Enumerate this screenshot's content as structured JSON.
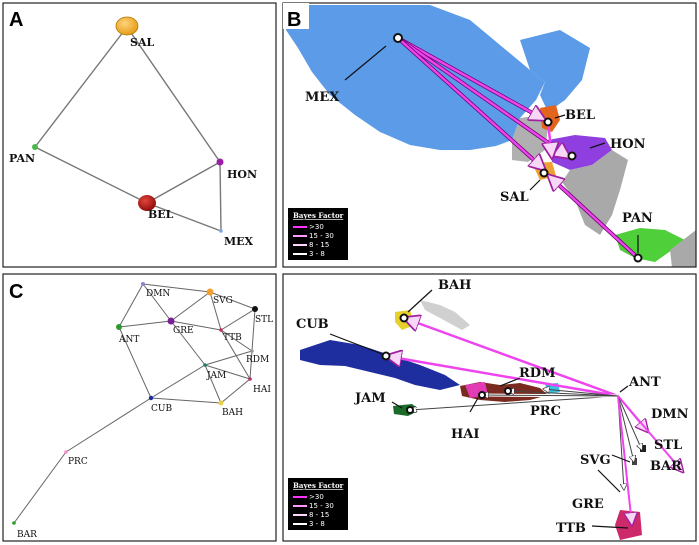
{
  "panels": {
    "A": {
      "letter": "A"
    },
    "B": {
      "letter": "B"
    },
    "C": {
      "letter": "C"
    },
    "D": {
      "letter": ""
    }
  },
  "panelA": {
    "nodes": {
      "SAL": "SAL",
      "PAN": "PAN",
      "HON": "HON",
      "BEL": "BEL",
      "MEX": "MEX"
    }
  },
  "panelB": {
    "labels": {
      "MEX": "MEX",
      "BEL": "BEL",
      "HON": "HON",
      "SAL": "SAL",
      "PAN": "PAN"
    }
  },
  "panelC": {
    "nodes": {
      "DMN": "DMN",
      "SVG": "SVG",
      "STL": "STL",
      "ANT": "ANT",
      "GRE": "GRE",
      "TTB": "TTB",
      "RDM": "RDM",
      "JAM": "JAM",
      "HAI": "HAI",
      "CUB": "CUB",
      "BAH": "BAH",
      "PRC": "PRC",
      "BAR": "BAR"
    }
  },
  "panelD": {
    "labels": {
      "BAH": "BAH",
      "CUB": "CUB",
      "RDM": "RDM",
      "ANT": "ANT",
      "JAM": "JAM",
      "PRC": "PRC",
      "HAI": "HAI",
      "DMN": "DMN",
      "STL": "STL",
      "SVG": "SVG",
      "BAR": "BAR",
      "GRE": "GRE",
      "TTB": "TTB"
    }
  },
  "legend": {
    "title": "Bayes Factor",
    "items": [
      {
        "label": ">30",
        "color": "#ff33ff"
      },
      {
        "label": "15 - 30",
        "color": "#ff99ff"
      },
      {
        "label": "8 - 15",
        "color": "#ffd6ff"
      },
      {
        "label": "3 - 8",
        "color": "#ffffff"
      }
    ]
  },
  "colors": {
    "map_land_blue": "#5b9be8",
    "map_land_gray": "#a9a9a9",
    "arrow_pink": "#ee44ee",
    "node_sal": "#f5a623",
    "node_bel": "#c0100b",
    "node_hon": "#9b1fa6",
    "node_pan": "#4cb84c"
  }
}
